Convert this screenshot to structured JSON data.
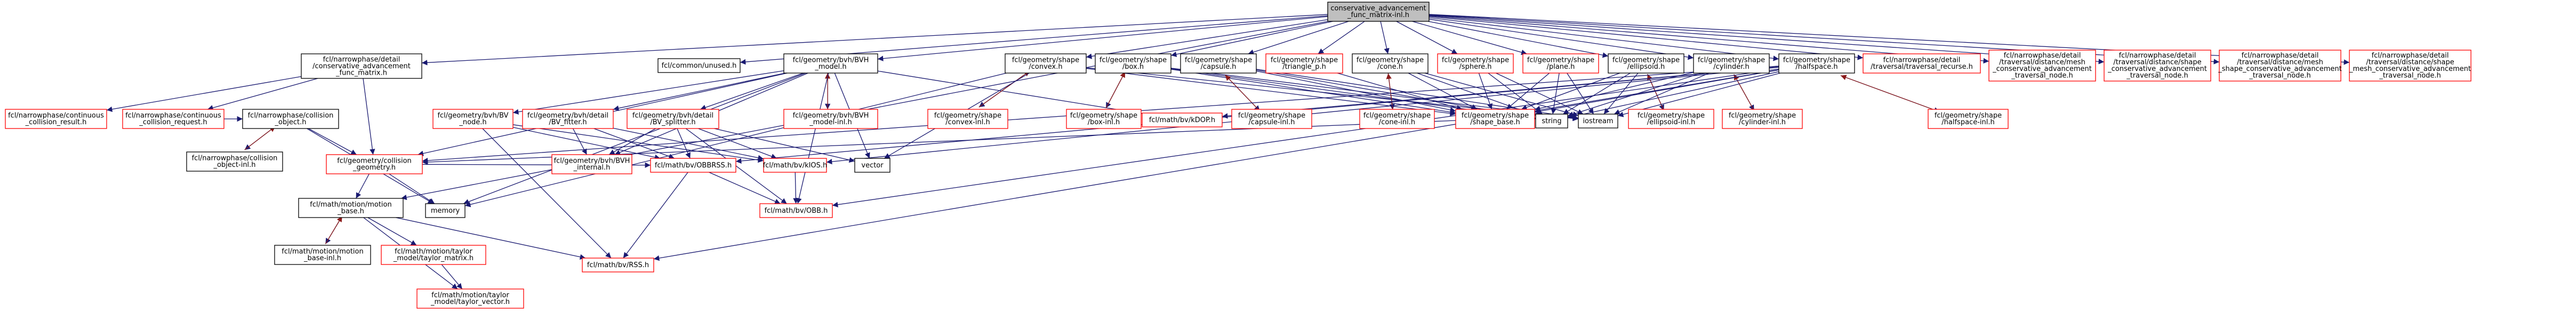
{
  "diagram": {
    "colors": {
      "background": "#ffffff",
      "root_fill": "#bfbfbf",
      "node_fill": "#ffffff",
      "border_documented": "#000000",
      "border_undocumented": "#ff0000",
      "edge_main": "#191970",
      "edge_cycle": "#8b1a1a"
    },
    "nodes": {
      "root": {
        "lines": [
          "conservative_advancement",
          "_func_matrix-inl.h"
        ],
        "documented": true
      },
      "cafm": {
        "lines": [
          "fcl/narrowphase/detail",
          "/conservative_advancement",
          "_func_matrix.h"
        ],
        "documented": true
      },
      "unused": {
        "lines": [
          "fcl/common/unused.h"
        ],
        "documented": true
      },
      "bvh_model": {
        "lines": [
          "fcl/geometry/bvh/BVH",
          "_model.h"
        ],
        "documented": true
      },
      "convex": {
        "lines": [
          "fcl/geometry/shape",
          "/convex.h"
        ],
        "documented": true
      },
      "box": {
        "lines": [
          "fcl/geometry/shape",
          "/box.h"
        ],
        "documented": true
      },
      "capsule": {
        "lines": [
          "fcl/geometry/shape",
          "/capsule.h"
        ],
        "documented": true
      },
      "triangle_p": {
        "lines": [
          "fcl/geometry/shape",
          "/triangle_p.h"
        ],
        "documented": false
      },
      "cone": {
        "lines": [
          "fcl/geometry/shape",
          "/cone.h"
        ],
        "documented": true
      },
      "sphere": {
        "lines": [
          "fcl/geometry/shape",
          "/sphere.h"
        ],
        "documented": false
      },
      "plane": {
        "lines": [
          "fcl/geometry/shape",
          "/plane.h"
        ],
        "documented": false
      },
      "ellipsoid": {
        "lines": [
          "fcl/geometry/shape",
          "/ellipsoid.h"
        ],
        "documented": true
      },
      "cylinder": {
        "lines": [
          "fcl/geometry/shape",
          "/cylinder.h"
        ],
        "documented": true
      },
      "halfspace": {
        "lines": [
          "fcl/geometry/shape",
          "/halfspace.h"
        ],
        "documented": true
      },
      "traversal_recurse": {
        "lines": [
          "fcl/narrowphase/detail",
          "/traversal/traversal_recurse.h"
        ],
        "documented": false
      },
      "mesh_ca_node": {
        "lines": [
          "fcl/narrowphase/detail",
          "/traversal/distance/mesh",
          "_conservative_advancement",
          "_traversal_node.h"
        ],
        "documented": false
      },
      "shape_ca_node": {
        "lines": [
          "fcl/narrowphase/detail",
          "/traversal/distance/shape",
          "_conservative_advancement",
          "_traversal_node.h"
        ],
        "documented": false
      },
      "mesh_shape_ca_node": {
        "lines": [
          "fcl/narrowphase/detail",
          "/traversal/distance/mesh",
          "_shape_conservative_advancement",
          "_traversal_node.h"
        ],
        "documented": false
      },
      "shape_mesh_ca_node": {
        "lines": [
          "fcl/narrowphase/detail",
          "/traversal/distance/shape",
          "_mesh_conservative_advancement",
          "_traversal_node.h"
        ],
        "documented": false
      },
      "cont_result": {
        "lines": [
          "fcl/narrowphase/continuous",
          "_collision_result.h"
        ],
        "documented": false
      },
      "cont_request": {
        "lines": [
          "fcl/narrowphase/continuous",
          "_collision_request.h"
        ],
        "documented": false
      },
      "collision_object": {
        "lines": [
          "fcl/narrowphase/collision",
          "_object.h"
        ],
        "documented": true
      },
      "collision_object_inl": {
        "lines": [
          "fcl/narrowphase/collision",
          "_object-inl.h"
        ],
        "documented": true
      },
      "bv": {
        "lines": [
          "fcl/geometry/bvh/BV",
          "_node.h"
        ],
        "documented": false
      },
      "bv_fitter": {
        "lines": [
          "fcl/geometry/bvh/detail",
          "/BV_fitter.h"
        ],
        "documented": false
      },
      "bv_splitter": {
        "lines": [
          "fcl/geometry/bvh/detail",
          "/BV_splitter.h"
        ],
        "documented": false
      },
      "bvh_model_inl": {
        "lines": [
          "fcl/geometry/bvh/BVH",
          "_model-inl.h"
        ],
        "documented": false
      },
      "kdop": {
        "lines": [
          "fcl/math/bv/kDOP.h"
        ],
        "documented": false
      },
      "box_inl": {
        "lines": [
          "fcl/geometry/shape",
          "/box-inl.h"
        ],
        "documented": false
      },
      "capsule_inl": {
        "lines": [
          "fcl/geometry/shape",
          "/capsule-inl.h"
        ],
        "documented": false
      },
      "convex_inl": {
        "lines": [
          "fcl/geometry/shape",
          "/convex-inl.h"
        ],
        "documented": false
      },
      "cone_inl": {
        "lines": [
          "fcl/geometry/shape",
          "/cone-inl.h"
        ],
        "documented": false
      },
      "shape_base": {
        "lines": [
          "fcl/geometry/shape",
          "/shape_base.h"
        ],
        "documented": false
      },
      "string": {
        "lines": [
          "string"
        ],
        "documented": true
      },
      "iostream": {
        "lines": [
          "iostream"
        ],
        "documented": true
      },
      "ellipsoid_inl": {
        "lines": [
          "fcl/geometry/shape",
          "/ellipsoid-inl.h"
        ],
        "documented": false
      },
      "cylinder_inl": {
        "lines": [
          "fcl/geometry/shape",
          "/cylinder-inl.h"
        ],
        "documented": false
      },
      "halfspace_inl": {
        "lines": [
          "fcl/geometry/shape",
          "/halfspace-inl.h"
        ],
        "documented": false
      },
      "collision_geometry": {
        "lines": [
          "fcl/geometry/collision",
          "_geometry.h"
        ],
        "documented": false
      },
      "bvh_internal": {
        "lines": [
          "fcl/geometry/bvh/BVH",
          "_internal.h"
        ],
        "documented": false
      },
      "obbrss": {
        "lines": [
          "fcl/math/bv/OBBRSS.h"
        ],
        "documented": false
      },
      "kios": {
        "lines": [
          "fcl/math/bv/kIOS.h"
        ],
        "documented": false
      },
      "vector": {
        "lines": [
          "vector"
        ],
        "documented": true
      },
      "memory": {
        "lines": [
          "memory"
        ],
        "documented": true
      },
      "motion_base": {
        "lines": [
          "fcl/math/motion/motion",
          "_base.h"
        ],
        "documented": true
      },
      "obb": {
        "lines": [
          "fcl/math/bv/OBB.h"
        ],
        "documented": false
      },
      "motion_base_inl": {
        "lines": [
          "fcl/math/motion/motion",
          "_base-inl.h"
        ],
        "documented": true
      },
      "taylor_matrix": {
        "lines": [
          "fcl/math/motion/taylor",
          "_model/taylor_matrix.h"
        ],
        "documented": false
      },
      "rss": {
        "lines": [
          "fcl/math/bv/RSS.h"
        ],
        "documented": false
      },
      "taylor_vector": {
        "lines": [
          "fcl/math/motion/taylor",
          "_model/taylor_vector.h"
        ],
        "documented": false
      }
    },
    "edges": [
      [
        "root",
        "cafm"
      ],
      [
        "root",
        "unused"
      ],
      [
        "root",
        "bvh_model"
      ],
      [
        "root",
        "convex"
      ],
      [
        "root",
        "box"
      ],
      [
        "root",
        "capsule"
      ],
      [
        "root",
        "triangle_p"
      ],
      [
        "root",
        "cone"
      ],
      [
        "root",
        "sphere"
      ],
      [
        "root",
        "plane"
      ],
      [
        "root",
        "ellipsoid"
      ],
      [
        "root",
        "cylinder"
      ],
      [
        "root",
        "halfspace"
      ],
      [
        "root",
        "traversal_recurse"
      ],
      [
        "root",
        "mesh_ca_node"
      ],
      [
        "root",
        "shape_ca_node"
      ],
      [
        "root",
        "mesh_shape_ca_node"
      ],
      [
        "root",
        "shape_mesh_ca_node"
      ],
      [
        "root",
        "motion_base"
      ],
      [
        "cafm",
        "cont_result"
      ],
      [
        "cafm",
        "cont_request"
      ],
      [
        "cafm",
        "collision_geometry"
      ],
      [
        "cont_request",
        "collision_object"
      ],
      [
        "collision_object",
        "collision_object_inl"
      ],
      [
        "collision_object_inl",
        "collision_object"
      ],
      [
        "collision_object",
        "collision_geometry"
      ],
      [
        "collision_object",
        "memory"
      ],
      [
        "collision_geometry",
        "motion_base"
      ],
      [
        "collision_geometry",
        "memory"
      ],
      [
        "collision_geometry",
        "obbrss"
      ],
      [
        "bvh_model",
        "bv"
      ],
      [
        "bvh_model",
        "bv_fitter"
      ],
      [
        "bvh_model",
        "bv_splitter"
      ],
      [
        "bvh_model",
        "bvh_model_inl"
      ],
      [
        "bvh_model_inl",
        "bvh_model"
      ],
      [
        "bvh_model",
        "collision_geometry"
      ],
      [
        "bvh_model",
        "vector"
      ],
      [
        "bvh_model",
        "memory"
      ],
      [
        "bvh_model",
        "kdop"
      ],
      [
        "bvh_model",
        "bvh_internal"
      ],
      [
        "bvh_model",
        "obb"
      ],
      [
        "bv",
        "obbrss"
      ],
      [
        "bv",
        "kios"
      ],
      [
        "bv",
        "rss"
      ],
      [
        "bv_fitter",
        "bvh_internal"
      ],
      [
        "bv_fitter",
        "obbrss"
      ],
      [
        "bv_fitter",
        "kios"
      ],
      [
        "bv_splitter",
        "bvh_internal"
      ],
      [
        "bv_splitter",
        "obbrss"
      ],
      [
        "bv_splitter",
        "kios"
      ],
      [
        "bv_splitter",
        "vector"
      ],
      [
        "bv_splitter",
        "obb"
      ],
      [
        "obbrss",
        "obb"
      ],
      [
        "obbrss",
        "rss"
      ],
      [
        "kios",
        "obb"
      ],
      [
        "convex",
        "convex_inl"
      ],
      [
        "convex_inl",
        "convex"
      ],
      [
        "convex",
        "shape_base"
      ],
      [
        "convex",
        "iostream"
      ],
      [
        "convex",
        "vector"
      ],
      [
        "convex",
        "memory"
      ],
      [
        "box",
        "box_inl"
      ],
      [
        "box_inl",
        "box"
      ],
      [
        "box",
        "shape_base"
      ],
      [
        "box",
        "iostream"
      ],
      [
        "box",
        "string"
      ],
      [
        "capsule",
        "capsule_inl"
      ],
      [
        "capsule_inl",
        "capsule"
      ],
      [
        "capsule",
        "shape_base"
      ],
      [
        "capsule",
        "string"
      ],
      [
        "capsule",
        "iostream"
      ],
      [
        "triangle_p",
        "shape_base"
      ],
      [
        "cone",
        "cone_inl"
      ],
      [
        "cone_inl",
        "cone"
      ],
      [
        "cone",
        "shape_base"
      ],
      [
        "cone",
        "string"
      ],
      [
        "cone",
        "iostream"
      ],
      [
        "sphere",
        "shape_base"
      ],
      [
        "sphere",
        "string"
      ],
      [
        "sphere",
        "iostream"
      ],
      [
        "plane",
        "shape_base"
      ],
      [
        "plane",
        "string"
      ],
      [
        "plane",
        "iostream"
      ],
      [
        "ellipsoid",
        "ellipsoid_inl"
      ],
      [
        "ellipsoid_inl",
        "ellipsoid"
      ],
      [
        "ellipsoid",
        "shape_base"
      ],
      [
        "ellipsoid",
        "string"
      ],
      [
        "ellipsoid",
        "iostream"
      ],
      [
        "cylinder",
        "cylinder_inl"
      ],
      [
        "cylinder_inl",
        "cylinder"
      ],
      [
        "cylinder",
        "shape_base"
      ],
      [
        "cylinder",
        "string"
      ],
      [
        "cylinder",
        "iostream"
      ],
      [
        "halfspace",
        "halfspace_inl"
      ],
      [
        "halfspace_inl",
        "halfspace"
      ],
      [
        "halfspace",
        "shape_base"
      ],
      [
        "halfspace",
        "string"
      ],
      [
        "halfspace",
        "iostream"
      ],
      [
        "halfspace",
        "kdop"
      ],
      [
        "halfspace",
        "obbrss"
      ],
      [
        "halfspace",
        "kios"
      ],
      [
        "halfspace",
        "collision_geometry"
      ],
      [
        "halfspace",
        "obb"
      ],
      [
        "halfspace",
        "rss"
      ],
      [
        "shape_base",
        "collision_geometry"
      ],
      [
        "motion_base",
        "motion_base_inl"
      ],
      [
        "motion_base_inl",
        "motion_base"
      ],
      [
        "motion_base",
        "taylor_matrix"
      ],
      [
        "motion_base",
        "rss"
      ],
      [
        "taylor_matrix",
        "taylor_vector"
      ],
      [
        "motion_base",
        "taylor_vector"
      ]
    ],
    "cycle_edges": [
      [
        "collision_object_inl",
        "collision_object"
      ],
      [
        "bvh_model_inl",
        "bvh_model"
      ],
      [
        "convex_inl",
        "convex"
      ],
      [
        "box_inl",
        "box"
      ],
      [
        "capsule_inl",
        "capsule"
      ],
      [
        "cone_inl",
        "cone"
      ],
      [
        "ellipsoid_inl",
        "ellipsoid"
      ],
      [
        "cylinder_inl",
        "cylinder"
      ],
      [
        "halfspace_inl",
        "halfspace"
      ],
      [
        "motion_base_inl",
        "motion_base"
      ]
    ]
  }
}
